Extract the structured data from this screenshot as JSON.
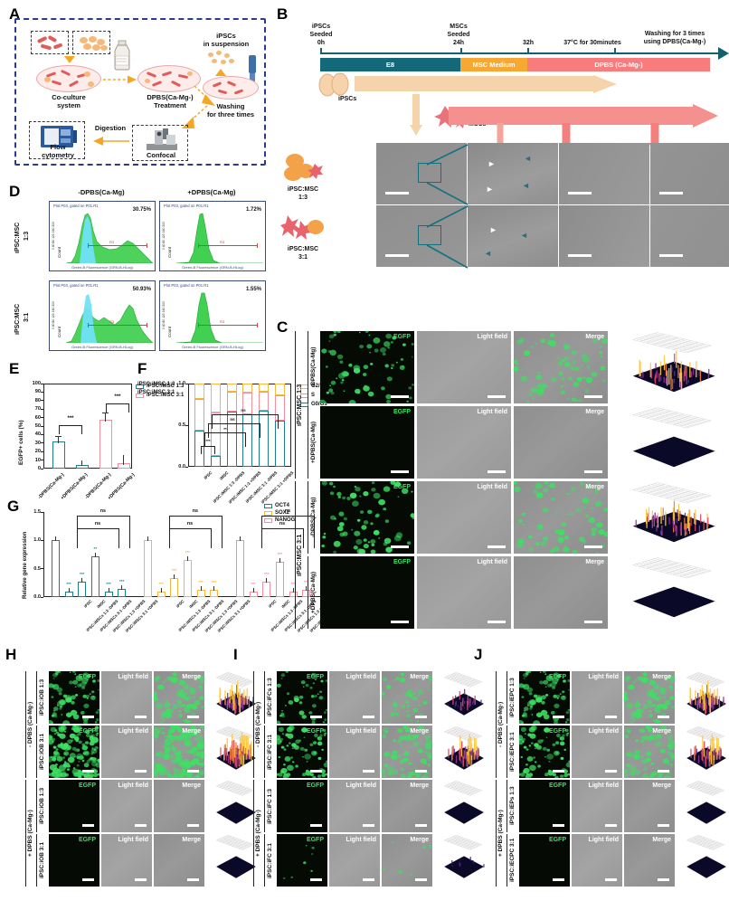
{
  "figure": {
    "panels": [
      "A",
      "B",
      "C",
      "D",
      "E",
      "F",
      "G",
      "H",
      "I",
      "J"
    ]
  },
  "panelA": {
    "letter": "A",
    "labels": {
      "coculture": "Co-culture\nsystem",
      "coculture_l1": "Co-culture",
      "coculture_l2": "system",
      "dpbs_l1": "DPBS(Ca-Mg-)",
      "dpbs_l2": "Treatment",
      "ipsc_susp_l1": "iPSCs",
      "ipsc_susp_l2": "in suspension",
      "washing_l1": "Washing",
      "washing_l2": "for three times",
      "flow_l1": "Flow",
      "flow_l2": "cytometry",
      "digestion": "Digestion",
      "confocal": "Confocal"
    }
  },
  "panelB": {
    "letter": "B",
    "timeline": {
      "marks": [
        {
          "l1": "iPSCs",
          "l2": "Seeded",
          "l3": "0h"
        },
        {
          "l1": "MSCs",
          "l2": "Seeded",
          "l3": "24h"
        },
        {
          "l1": "",
          "l2": "",
          "l3": "32h"
        }
      ],
      "temp_note": "37°C for 30minutes",
      "wash_note_l1": "Washing for 3 times",
      "wash_note_l2": "using DPBS(Ca-Mg-)",
      "segments": [
        {
          "label": "E8",
          "color": "#13687A"
        },
        {
          "label": "MSC Medium",
          "color": "#F7A832"
        },
        {
          "label": "DPBS (Ca-Mg-)",
          "color": "#F87C7C"
        }
      ]
    },
    "flows": [
      {
        "label": "iPSCs",
        "color": "#F5D4AC"
      },
      {
        "label": "MSCs",
        "color": "#F4908E"
      }
    ],
    "rows": [
      {
        "l1": "iPSC:MSC",
        "l2": "1:3"
      },
      {
        "l1": "iPSC:MSC",
        "l2": "3:1"
      }
    ]
  },
  "panelC": {
    "letter": "C",
    "columns": [
      "EGFP",
      "Light field",
      "Merge"
    ],
    "group_labels": [
      "iPSC:MSC 1:3",
      "iPSC:MSC 3:1"
    ],
    "rows": [
      {
        "cond": "-DPBS(Ca-Mg)",
        "signal": "high"
      },
      {
        "cond": "+DPBS(Ca-Mg)",
        "signal": "none"
      },
      {
        "cond": "-DPBS(Ca-Mg)",
        "signal": "high"
      },
      {
        "cond": "+DPBS(Ca-Mg)",
        "signal": "none"
      }
    ]
  },
  "panelD": {
    "letter": "D",
    "col_headers": [
      "-DPBS(Ca-Mg)",
      "+DPBS(Ca-Mg)"
    ],
    "row_labels": [
      {
        "l1": "iPSC:MSC",
        "l2": "1:3"
      },
      {
        "l1": "iPSC:MSC",
        "l2": "3:1"
      }
    ],
    "plot_title": "Plot P03, gated on P01.R1",
    "x_axis": "Green-B Fluorescence (GRN-B-HLog)",
    "y_axis": "Count",
    "y_ticks": "0  40  80  120  160  200",
    "x_ticks": [
      "10⁰",
      "10¹",
      "10²",
      "10³",
      "10⁴",
      "10⁵"
    ],
    "gate_label": "R3",
    "percentages": [
      "30.75%",
      "1.72%",
      "50.93%",
      "1.55%"
    ]
  },
  "panelE": {
    "letter": "E",
    "chart_data": {
      "type": "bar",
      "title": "",
      "ylabel": "EGFP+ cells (%)",
      "xlabel": "",
      "ylim": [
        0,
        100
      ],
      "yticks": [
        0,
        10,
        20,
        30,
        40,
        50,
        60,
        70,
        80,
        90,
        100
      ],
      "categories": [
        "-DPBS(Ca-Mg-)",
        "+DPBS(Ca-Mg-)",
        "-DPBS(Ca-Mg-)",
        "+DPBS(Ca-Mg-)"
      ],
      "values": [
        32,
        4,
        58,
        6
      ],
      "errors": [
        2.5,
        1.5,
        4.0,
        3.5
      ],
      "series": [
        {
          "name": "iPSC:iMSC 1:3",
          "color": "#1D7F8C",
          "values": [
            32,
            4
          ]
        },
        {
          "name": "iPSC:iMSC 3:1",
          "color": "#F48FA0",
          "values": [
            58,
            6
          ]
        }
      ],
      "annotations": [
        "***",
        "***"
      ],
      "legend": [
        "iPSC:iMSC 1:3",
        "iPSC:iMSC 3:1"
      ],
      "legend_position": "right"
    }
  },
  "panelF": {
    "letter": "F",
    "chart_data": {
      "type": "bar",
      "stacked": true,
      "title": "",
      "ylabel": "",
      "ylim": [
        0.0,
        1.0
      ],
      "yticks": [
        0.0,
        0.5,
        1.0
      ],
      "categories": [
        "iPSC",
        "iMSC",
        "iPSC:iMSC 1:3 -DPBS",
        "iPSC:iMSC 1:3 +DPBS",
        "iPSC:iMSC 3:1 -DPBS",
        "iPSC:iMSC 3:1 +DPBS"
      ],
      "series": [
        {
          "name": "G0/G1",
          "color": "#1D7F8C",
          "values": [
            0.44,
            0.13,
            0.665,
            0.635,
            0.675,
            0.555,
            0.67
          ]
        },
        {
          "name": "S",
          "color": "#F48FA0",
          "values": [
            0.38,
            0.52,
            0.235,
            0.255,
            0.225,
            0.305,
            0.23
          ]
        },
        {
          "name": "G2/M",
          "color": "#F5B942",
          "values": [
            0.18,
            0.35,
            0.1,
            0.11,
            0.1,
            0.14,
            0.1
          ]
        }
      ],
      "legend": [
        "G2/M",
        "S",
        "G0/G1"
      ],
      "annotations": [
        "***",
        "**",
        "ns",
        "ns"
      ],
      "legend_position": "right"
    }
  },
  "panelG": {
    "letter": "G",
    "chart_data": {
      "type": "bar",
      "title": "",
      "ylabel": "Relative gene expression",
      "ylim": [
        0.0,
        1.5
      ],
      "yticks": [
        0.0,
        0.5,
        1.0,
        1.5
      ],
      "categories": [
        "iPSC",
        "iMSC",
        "iPSC:iMSCs 1:3 -DPBS",
        "iPSC:iMSCs 3:1 -DPBS",
        "iPSC:iMSCs 1:3 +DPBS",
        "iPSC:iMSCs 3:1 +DPBS"
      ],
      "series": [
        {
          "name": "OCT4",
          "color": "#1D7F8C",
          "values": [
            1.0,
            0.09,
            0.27,
            0.72,
            0.09,
            0.15
          ],
          "sig": [
            "",
            "***",
            "***",
            "**",
            "***",
            "***"
          ]
        },
        {
          "name": "SOX2",
          "color": "#F5B942",
          "values": [
            1.0,
            0.1,
            0.33,
            0.65,
            0.12,
            0.13
          ],
          "sig": [
            "",
            "***",
            "***",
            "***",
            "***",
            "***"
          ]
        },
        {
          "name": "NANOG",
          "color": "#F48FA0",
          "values": [
            1.0,
            0.09,
            0.27,
            0.63,
            0.09,
            0.13
          ],
          "sig": [
            "",
            "***",
            "***",
            "***",
            "***",
            "***"
          ]
        }
      ],
      "legend": [
        "OCT4",
        "SOX2",
        "NANOG"
      ],
      "bracket_labels": [
        "ns",
        "ns"
      ],
      "legend_position": "right"
    }
  },
  "panelH": {
    "letter": "H",
    "columns": [
      "EGFP",
      "Light field",
      "Merge"
    ],
    "side_groups": [
      "- DPBS (Ca-Mg-)",
      "+ DPBS (Ca-Mg-)"
    ],
    "rows": [
      {
        "label": "iPSC:iOB 1:3",
        "signal": "high"
      },
      {
        "label": "iPSC:iOB 3:1",
        "signal": "veryhigh"
      },
      {
        "label": "iPSC:iOB 1:3",
        "signal": "none"
      },
      {
        "label": "iPSC:iOB 3:1",
        "signal": "none"
      }
    ]
  },
  "panelI": {
    "letter": "I",
    "columns": [
      "EGFP",
      "Light field",
      "Merge"
    ],
    "side_groups": [
      "- DPBS (Ca-Mg-)",
      "+ DPBS (Ca-Mg-)"
    ],
    "rows": [
      {
        "label": "iPSC:iFCs 1:3",
        "signal": "med"
      },
      {
        "label": "iPSC:iFC 3:1",
        "signal": "high"
      },
      {
        "label": "iPSC:iFC 1:3",
        "signal": "none"
      },
      {
        "label": "iPSC:iFC 3:1",
        "signal": "trace"
      }
    ]
  },
  "panelJ": {
    "letter": "J",
    "columns": [
      "EGFP",
      "Light field",
      "Merge"
    ],
    "side_groups": [
      "- DPBS (Ca-Mg-)",
      "+ DPBS (Ca-Mg-)"
    ],
    "rows": [
      {
        "label": "iPSC:iEPC 1:3",
        "signal": "high"
      },
      {
        "label": "iPSC:iEPC 3:1",
        "signal": "high"
      },
      {
        "label": "iPSC:iEPs 1:3",
        "signal": "none"
      },
      {
        "label": "iPSC:iECPC 3:1",
        "signal": "none"
      }
    ]
  },
  "colors": {
    "teal": "#1D7F8C",
    "pink": "#F48FA0",
    "orange": "#F5B942",
    "green_egfp": "#37e06a",
    "dark_teal": "#13687A",
    "dashed_blue": "#2b3a8f"
  }
}
